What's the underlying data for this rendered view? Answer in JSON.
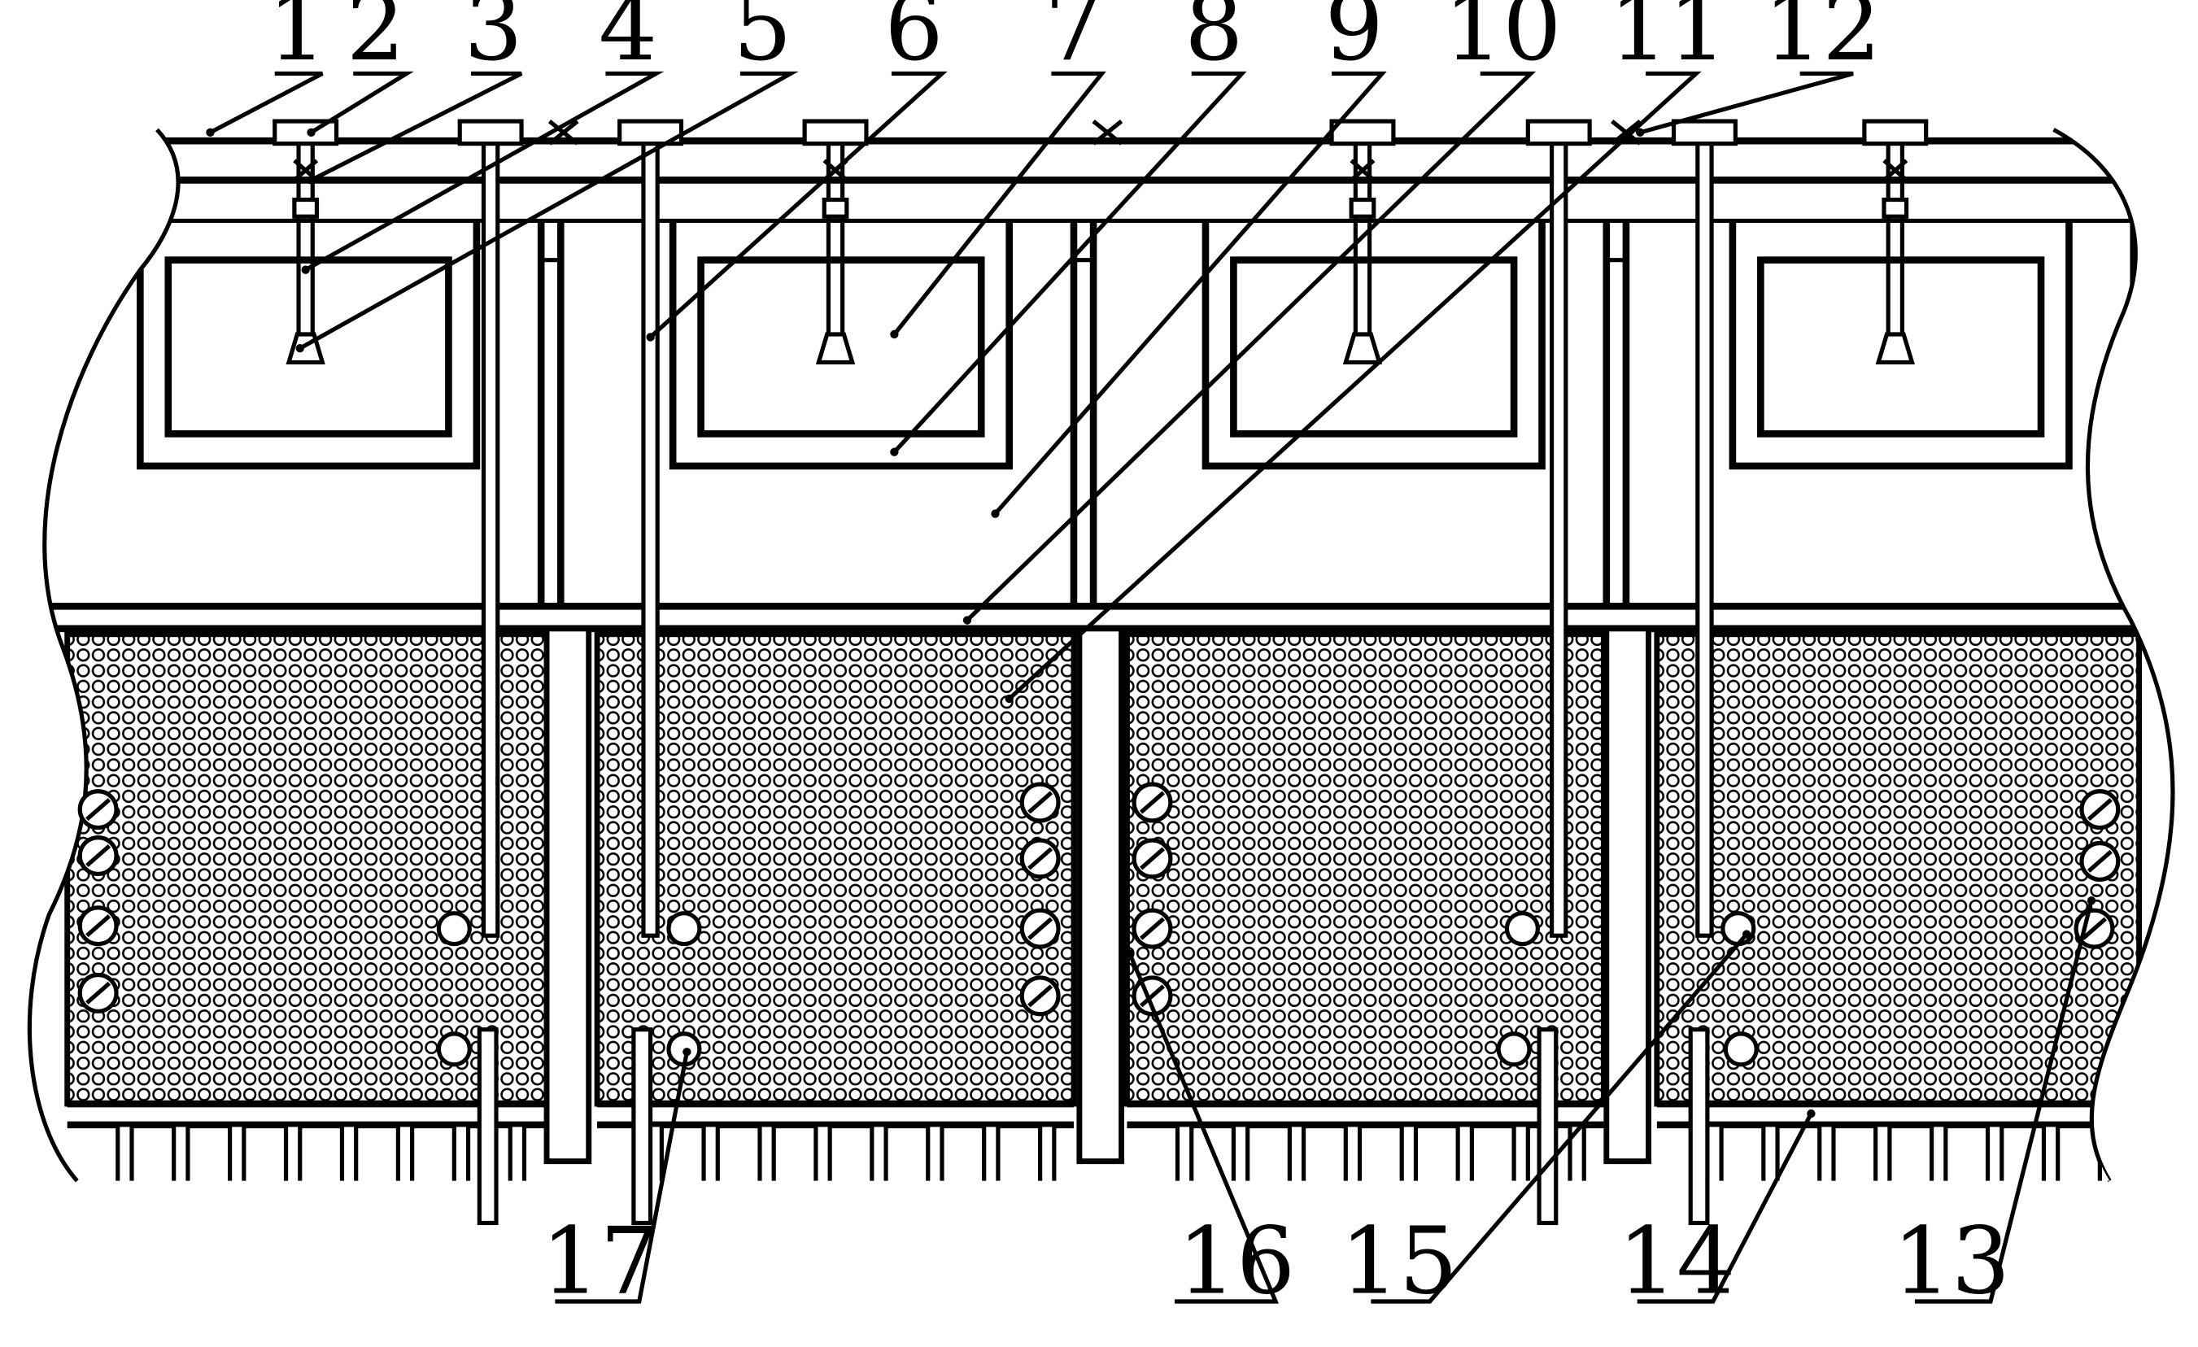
{
  "top_labels": [
    "1",
    "2",
    "3",
    "4",
    "5",
    "6",
    "7",
    "8",
    "9",
    "10",
    "11",
    "12"
  ],
  "bottom_labels": [
    "17",
    "16",
    "15",
    "14",
    "13"
  ]
}
